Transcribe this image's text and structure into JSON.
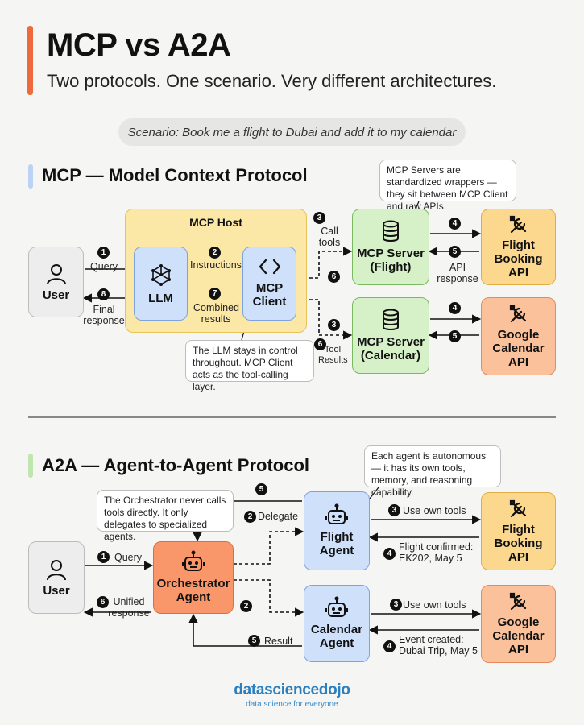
{
  "header": {
    "title": "MCP vs A2A",
    "subtitle": "Two protocols. One scenario. Very different architectures.",
    "scenario": "Scenario: Book me a flight to Dubai and add it to my calendar"
  },
  "colors": {
    "accent": "#ee6a3c",
    "mcp_section": "#bcd2f5",
    "a2a_section": "#bfe6ae"
  },
  "mcp": {
    "section_title": "MCP — Model Context Protocol",
    "host_label": "MCP Host",
    "user": "User",
    "llm": "LLM",
    "client": [
      "MCP",
      "Client"
    ],
    "server_flight": [
      "MCP Server",
      "(Flight)"
    ],
    "server_calendar": [
      "MCP Server",
      "(Calendar)"
    ],
    "api_flight": [
      "Flight",
      "Booking",
      "API"
    ],
    "api_calendar": [
      "Google",
      "Calendar",
      "API"
    ],
    "callout_servers": "MCP Servers are standardized wrappers — they sit between MCP Client and raw APIs.",
    "callout_llm": "The LLM stays in control throughout. MCP Client acts as the tool-calling layer.",
    "labels": {
      "query": "Query",
      "instructions": "Instructions",
      "call_tools": [
        "Call",
        "tools"
      ],
      "api_response": [
        "API",
        "response"
      ],
      "combined_results": [
        "Combined",
        "results"
      ],
      "final_response": [
        "Final",
        "response"
      ],
      "tool_results": [
        "Tool",
        "Results"
      ]
    },
    "steps": [
      "1",
      "2",
      "3",
      "4",
      "5",
      "6",
      "7",
      "8"
    ]
  },
  "a2a": {
    "section_title": "A2A — Agent-to-Agent Protocol",
    "user": "User",
    "orchestrator": [
      "Orchestrator",
      "Agent"
    ],
    "flight_agent": [
      "Flight",
      "Agent"
    ],
    "calendar_agent": [
      "Calendar",
      "Agent"
    ],
    "api_flight": [
      "Flight",
      "Booking",
      "API"
    ],
    "api_calendar": [
      "Google",
      "Calendar",
      "API"
    ],
    "callout_orch": "The Orchestrator never calls tools directly. It only delegates to specialized agents.",
    "callout_agents": "Each agent is autonomous — it has its own tools, memory, and reasoning capability.",
    "labels": {
      "query": "Query",
      "delegate": "Delegate",
      "unified_response": [
        "Unified",
        "response"
      ],
      "result": "Result",
      "use_own_tools": "Use own tools",
      "flight_confirmed": [
        "Flight confirmed:",
        "EK202, May 5"
      ],
      "event_created": [
        "Event created:",
        "Dubai Trip, May 5"
      ]
    },
    "steps": [
      "1",
      "2",
      "3",
      "4",
      "5",
      "6"
    ]
  },
  "footer": {
    "brand": "datasciencedojo",
    "tagline": "data science for everyone"
  }
}
